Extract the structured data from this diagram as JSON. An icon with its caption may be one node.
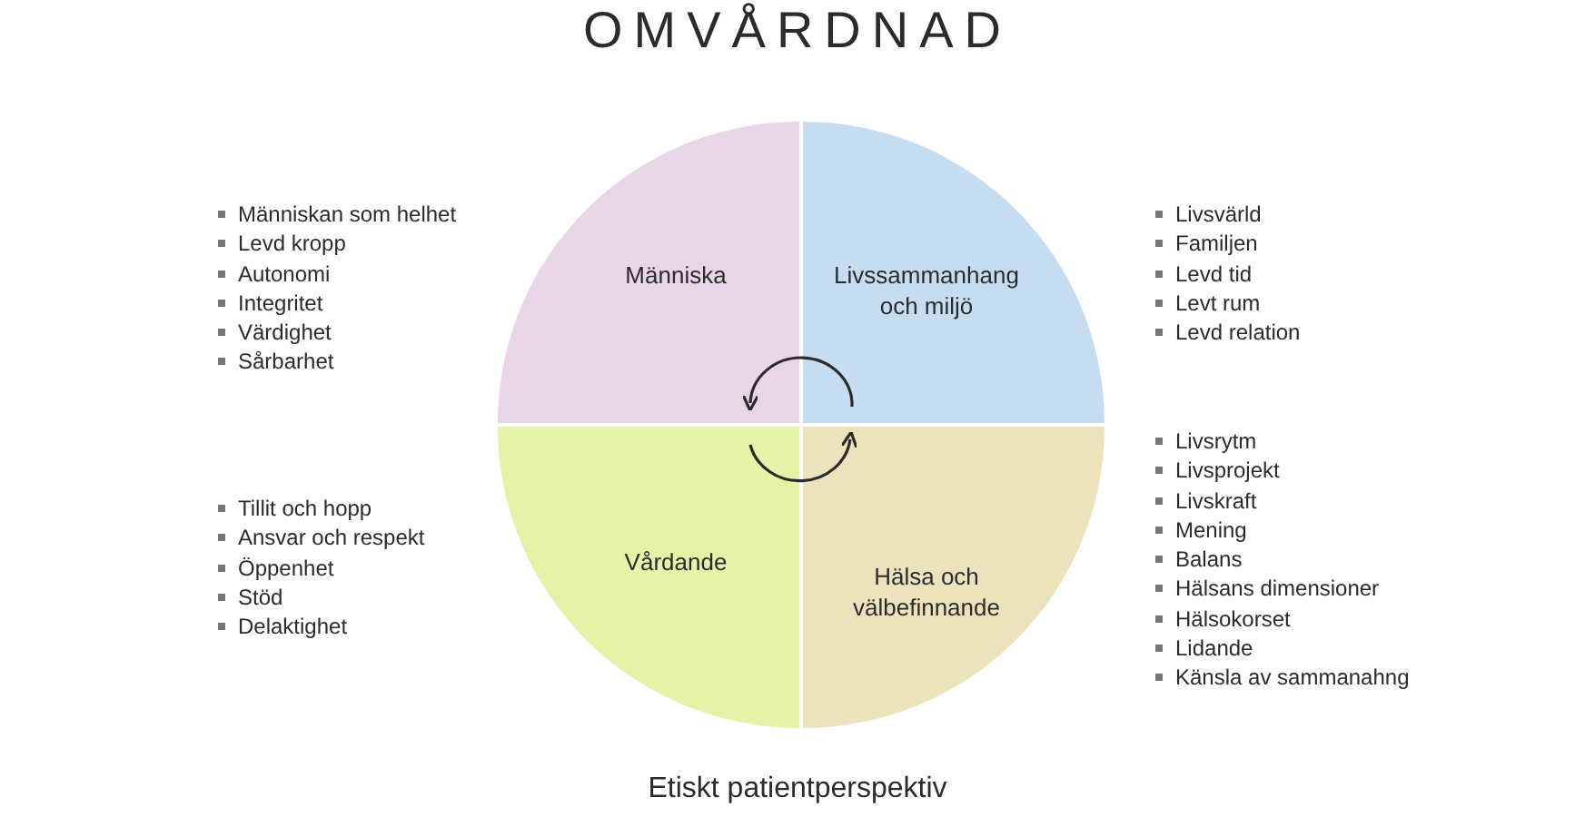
{
  "diagram": {
    "title": "OMVÅRDNAD",
    "caption": "Etiskt patientperspektiv",
    "nodes": [
      {
        "text": [
          "Människa"
        ],
        "beside": [
          "Människan som helhet",
          "Levd kropp",
          "Autonomi",
          "Integritet",
          "Värdighet",
          "Sårbarhet"
        ]
      },
      {
        "text": [
          "Livssammanhang och miljö"
        ],
        "beside": [
          "Livsvärld",
          "Familjen",
          "Levd tid",
          "Levt rum",
          "Levd relation"
        ]
      },
      {
        "text": [
          "Vårdande"
        ],
        "beside": [
          "Tillit och hopp",
          "Ansvar och respekt",
          "Öppenhet",
          "Stöd",
          "Delaktighet"
        ]
      },
      {
        "text": [
          "Hälsa och välbefinnande"
        ],
        "beside": [
          "Livsrytm",
          "Livsprojekt",
          "Livskraft",
          "Mening",
          "Balans",
          "Hälsans dimensioner",
          "Hälsokorset",
          "Lidande",
          "Känsla av sammanahng"
        ]
      }
    ],
    "edges": [
      {
        "from": 1,
        "to": 0,
        "arrow": "to"
      },
      {
        "from": 2,
        "to": 3,
        "arrow": "to"
      }
    ]
  }
}
